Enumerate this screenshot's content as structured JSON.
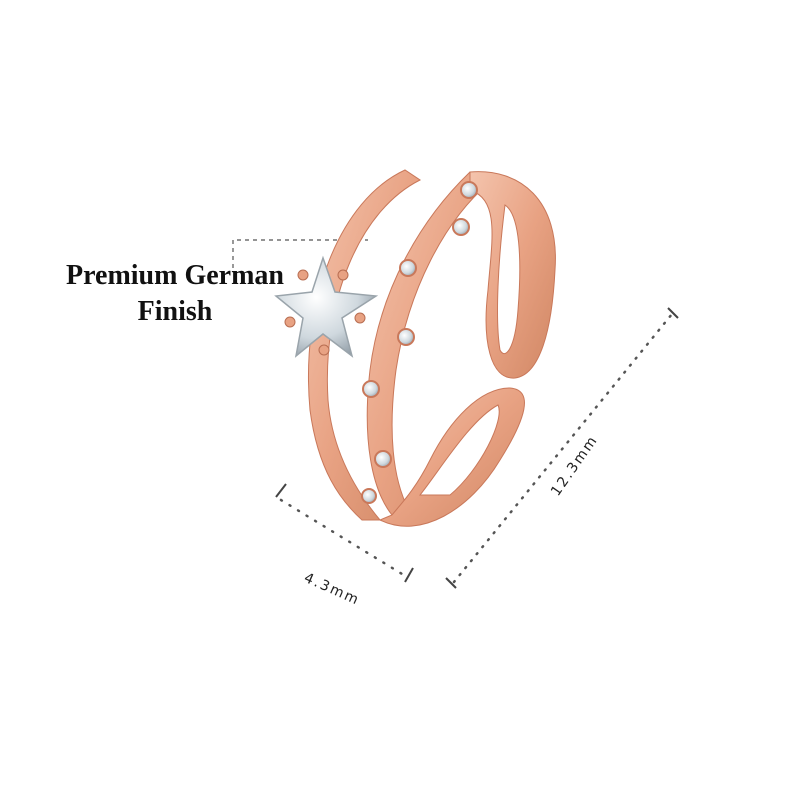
{
  "product": {
    "name": "Star crystal double-band open ring",
    "metal_color": "#e8a283",
    "metal_highlight": "#f7d3c2",
    "metal_shadow": "#c9785a",
    "stone_color": "#dfe6ec"
  },
  "callout": {
    "line1": "Premium German",
    "line2": "Finish"
  },
  "dimensions": {
    "width_label": "4.3mm",
    "height_label": "12.3mm"
  }
}
